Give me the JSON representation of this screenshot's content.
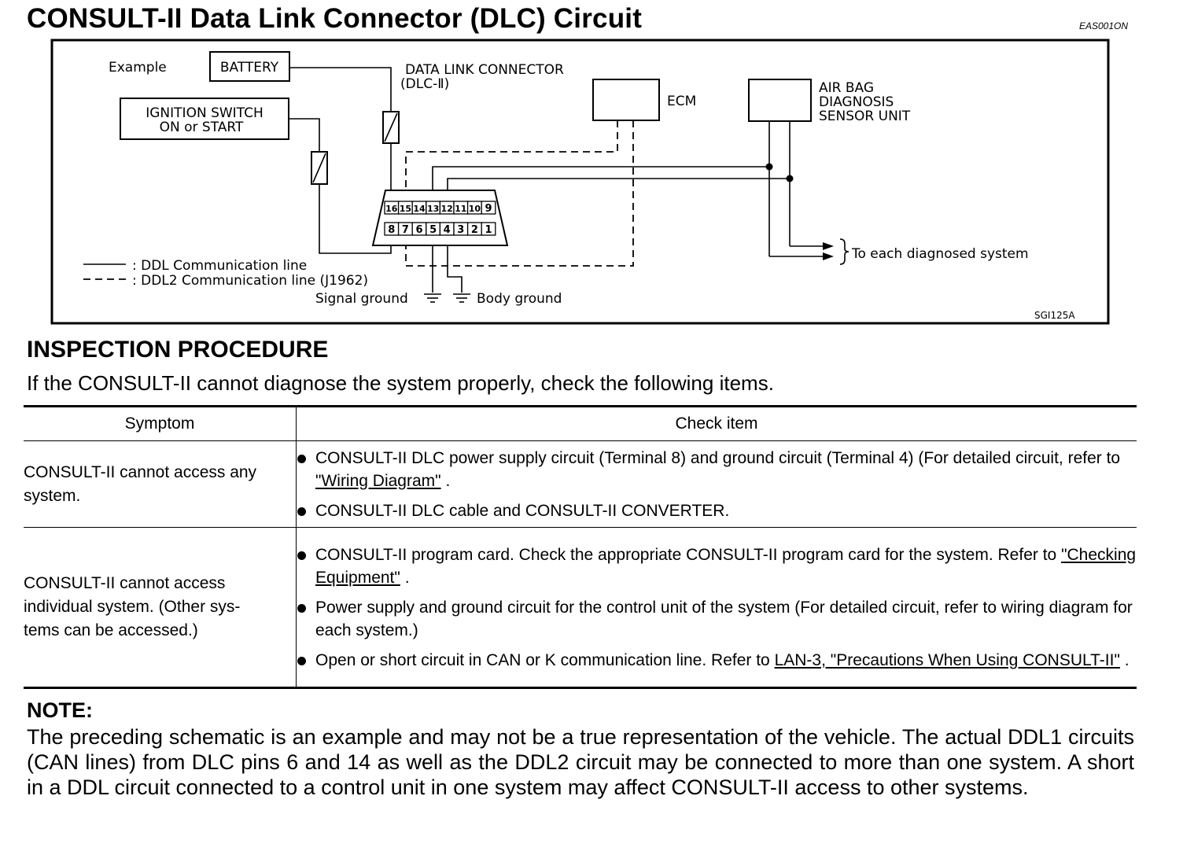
{
  "page": {
    "title": "CONSULT-II Data Link Connector (DLC) Circuit",
    "doc_code": "EAS001ON"
  },
  "diagram": {
    "example_label": "Example",
    "battery_label": "BATTERY",
    "ignition_line1": "IGNITION SWITCH",
    "ignition_line2": "ON or START",
    "dlc_line1": "DATA LINK CONNECTOR",
    "dlc_line2": "(DLC-Ⅱ)",
    "ecm_label": "ECM",
    "airbag_line1": "AIR BAG",
    "airbag_line2": "DIAGNOSIS",
    "airbag_line3": "SENSOR UNIT",
    "to_each_label": "To each diagnosed system",
    "legend_solid": ": DDL Communication line",
    "legend_dashed": ": DDL2 Communication line (J1962)",
    "signal_ground_label": "Signal ground",
    "body_ground_label": "Body ground",
    "figure_code": "SGI125A",
    "pins_top": [
      "16",
      "15",
      "14",
      "13",
      "12",
      "11",
      "10",
      "9"
    ],
    "pins_bottom": [
      "8",
      "7",
      "6",
      "5",
      "4",
      "3",
      "2",
      "1"
    ]
  },
  "inspection": {
    "heading": "INSPECTION PROCEDURE",
    "intro": "If the CONSULT-II cannot diagnose the system properly, check the following items.",
    "col_symptom": "Symptom",
    "col_check": "Check item",
    "rows": [
      {
        "symptom": "CONSULT-II cannot access any system.",
        "check_1a": "CONSULT-II DLC power supply circuit (Terminal 8) and ground circuit (Terminal 4) (For detailed circuit, refer to ",
        "check_1_link": "\"Wiring Diagram\"",
        "check_1b": " .",
        "check_2": "CONSULT-II DLC cable and CONSULT-II CONVERTER."
      },
      {
        "symptom_line1": "CONSULT-II cannot access",
        "symptom_line2": "individual system. (Other sys-",
        "symptom_line3": "tems can be accessed.)",
        "check_1a": "CONSULT-II program card. Check the appropriate CONSULT-II program card for the system. Refer to ",
        "check_1_link": "\"Checking Equipment\"",
        "check_1b": " .",
        "check_2": "Power supply and ground circuit for the control unit of the system (For detailed circuit, refer to wiring diagram for each system.)",
        "check_3a": "Open or short circuit in CAN or K communication line. Refer to ",
        "check_3_link": "LAN-3, \"Precautions When Using CONSULT-II\"",
        "check_3b": " ."
      }
    ]
  },
  "note": {
    "label": "NOTE:",
    "text": "The preceding schematic is an example and may not be a true representation of the vehicle. The actual DDL1 circuits (CAN lines) from DLC pins 6 and 14 as well as the DDL2 circuit may be connected to more than one system. A short in a DDL circuit connected to a control unit in one system may affect CONSULT-II access to other systems."
  }
}
